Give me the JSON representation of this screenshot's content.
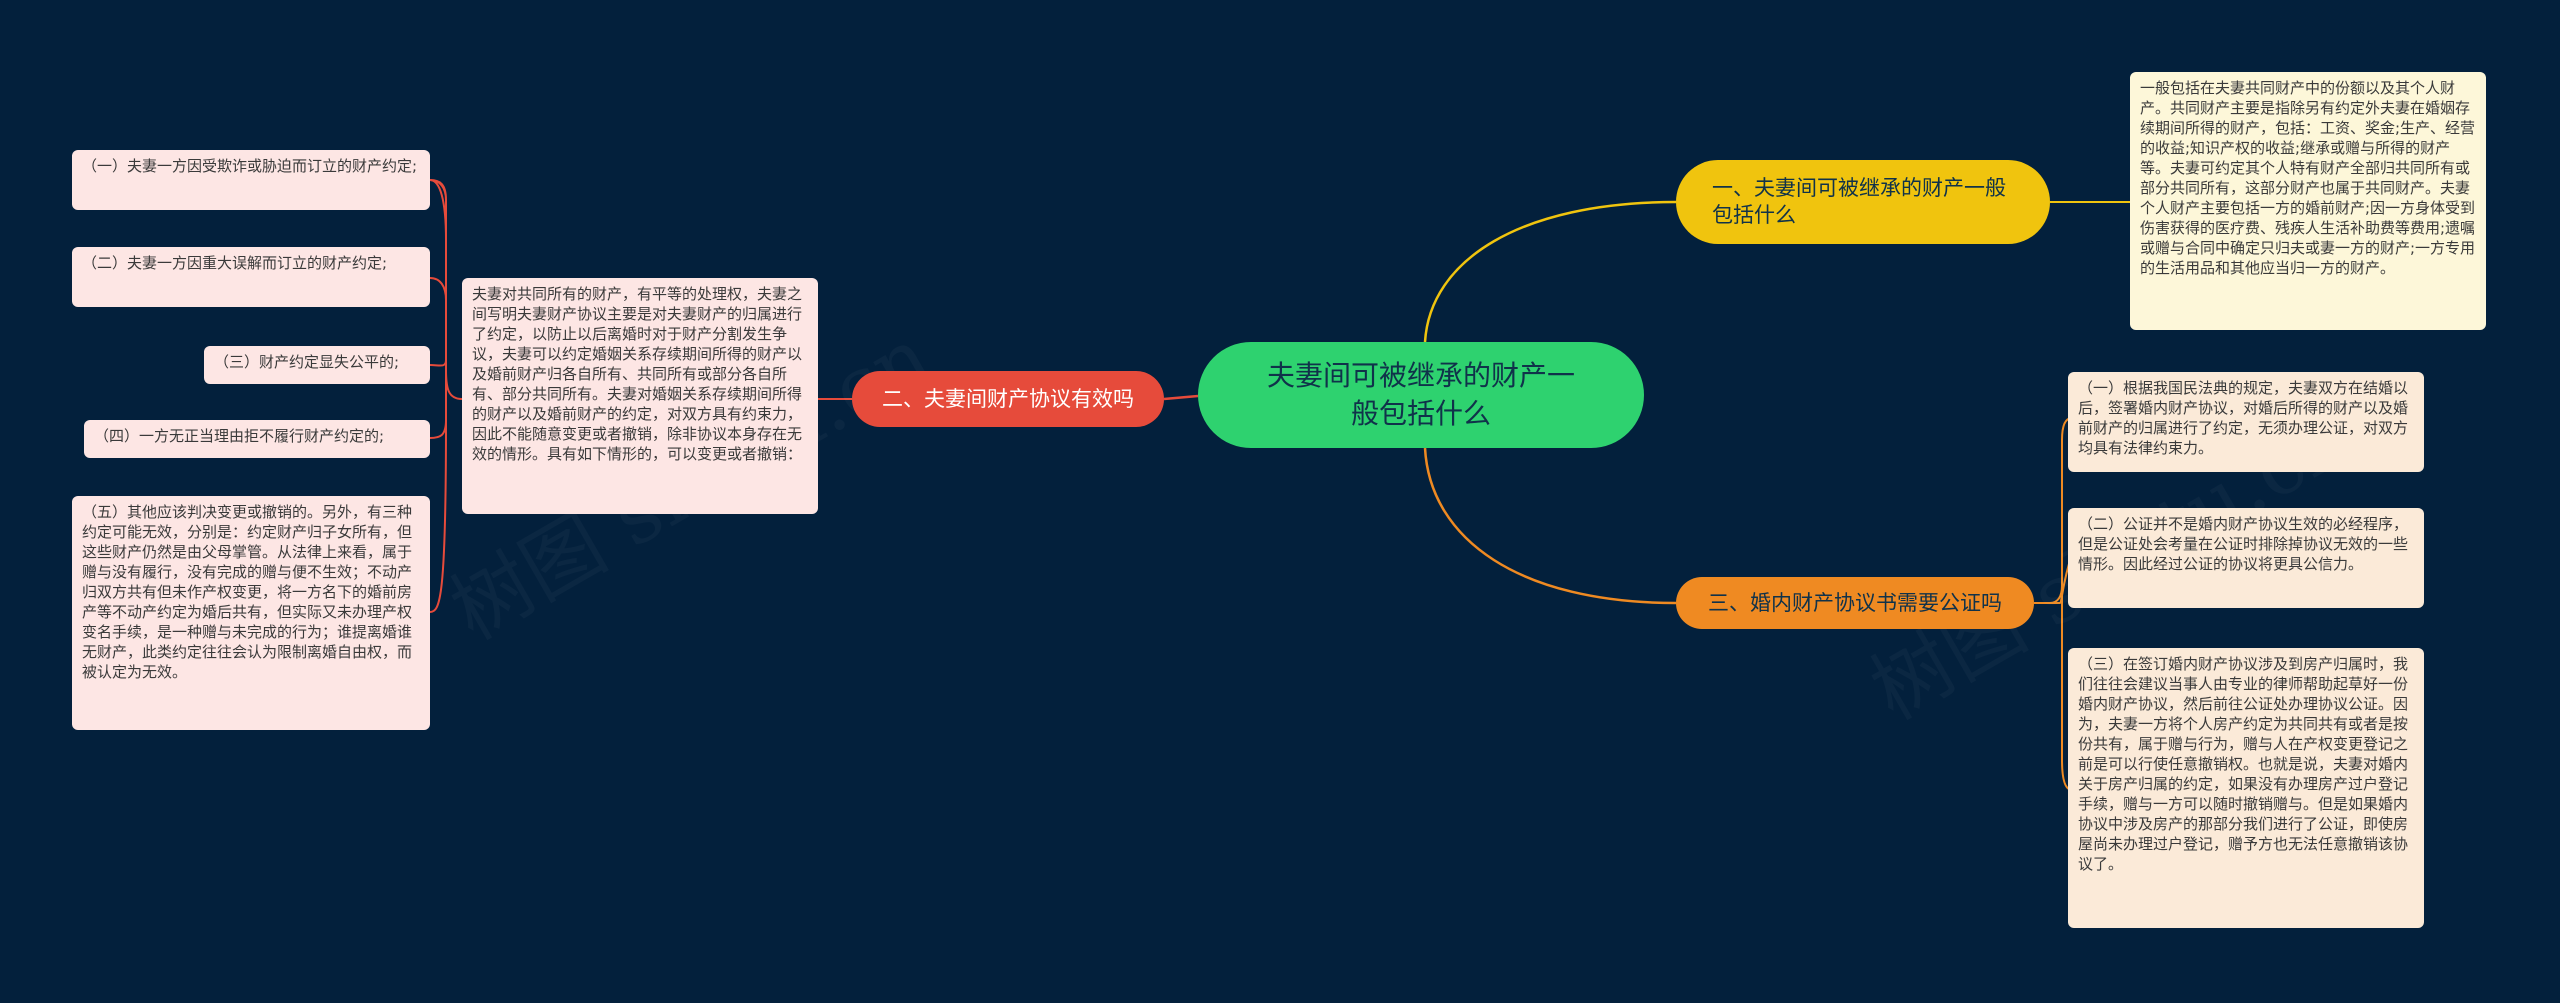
{
  "root": {
    "title": "夫妻间可被继承的财产一般包括什么"
  },
  "branches": [
    {
      "title": "一、夫妻间可被继承的财产一般包括什么",
      "notes": [
        "一般包括在夫妻共同财产中的份额以及其个人财产。共同财产主要是指除另有约定外夫妻在婚姻存续期间所得的财产，包括：工资、奖金;生产、经营的收益;知识产权的收益;继承或赠与所得的财产等。夫妻可约定其个人特有财产全部归共同所有或部分共同所有，这部分财产也属于共同财产。夫妻个人财产主要包括一方的婚前财产;因一方身体受到伤害获得的医疗费、残疾人生活补助费等费用;遗嘱或赠与合同中确定只归夫或妻一方的财产;一方专用的生活用品和其他应当归一方的财产。"
      ]
    },
    {
      "title": "二、夫妻间财产协议有效吗",
      "summary": "夫妻对共同所有的财产，有平等的处理权，夫妻之间写明夫妻财产协议主要是对夫妻财产的归属进行了约定，以防止以后离婚时对于财产分割发生争议，夫妻可以约定婚姻关系存续期间所得的财产以及婚前财产归各自所有、共同所有或部分各自所有、部分共同所有。夫妻对婚姻关系存续期间所得的财产以及婚前财产的约定，对双方具有约束力，因此不能随意变更或者撤销，除非协议本身存在无效的情形。具有如下情形的，可以变更或者撤销：",
      "notes": [
        "（一）夫妻一方因受欺诈或胁迫而订立的财产约定;",
        "（二）夫妻一方因重大误解而订立的财产约定;",
        "（三）财产约定显失公平的;",
        "（四）一方无正当理由拒不履行财产约定的;",
        "（五）其他应该判决变更或撤销的。另外，有三种约定可能无效，分别是：约定财产归子女所有，但这些财产仍然是由父母掌管。从法律上来看，属于赠与没有履行，没有完成的赠与便不生效；不动产归双方共有但未作产权变更，将一方名下的婚前房产等不动产约定为婚后共有，但实际又未办理产权变名手续，是一种赠与未完成的行为；谁提离婚谁无财产，此类约定往往会认为限制离婚自由权，而被认定为无效。"
      ]
    },
    {
      "title": "三、婚内财产协议书需要公证吗",
      "notes": [
        "（一）根据我国民法典的规定，夫妻双方在结婚以后，签署婚内财产协议，对婚后所得的财产以及婚前财产的归属进行了约定，无须办理公证，对双方均具有法律约束力。",
        "（二）公证并不是婚内财产协议生效的必经程序，但是公证处会考量在公证时排除掉协议无效的一些情形。因此经过公证的协议将更具公信力。",
        "（三）在签订婚内财产协议涉及到房产归属时，我们往往会建议当事人由专业的律师帮助起草好一份婚内财产协议，然后前往公证处办理协议公证。因为，夫妻一方将个人房产约定为共同共有或者是按份共有，属于赠与行为，赠与人在产权变更登记之前是可以行使任意撤销权。也就是说，夫妻对婚内关于房产归属的约定，如果没有办理房产过户登记手续，赠与一方可以随时撤销赠与。但是如果婚内协议中涉及房产的那部分我们进行了公证，即使房屋尚未办理过户登记，赠予方也无法任意撤销该协议了。"
      ]
    }
  ],
  "colors": {
    "background": "#03203c",
    "root": "#2ed26f",
    "branch1": "#f0c40e",
    "branch2": "#e64b3b",
    "branch3": "#ef8a22"
  }
}
